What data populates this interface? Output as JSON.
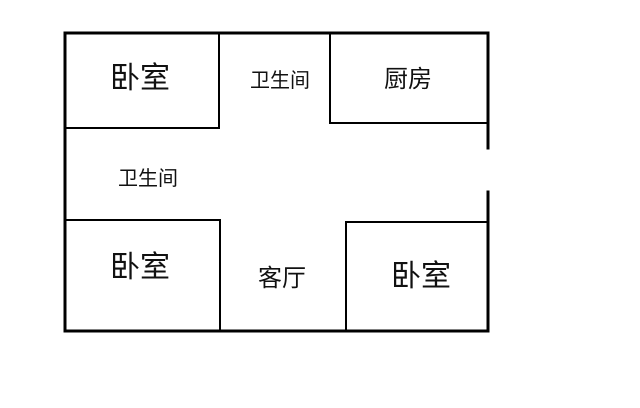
{
  "floor_plan": {
    "rooms": [
      {
        "id": "bedroom-top-left",
        "label": "卧室"
      },
      {
        "id": "bathroom-top",
        "label": "卫生间"
      },
      {
        "id": "kitchen",
        "label": "厨房"
      },
      {
        "id": "bathroom-left",
        "label": "卫生间"
      },
      {
        "id": "bedroom-bottom-left",
        "label": "卧室"
      },
      {
        "id": "living-room",
        "label": "客厅"
      },
      {
        "id": "bedroom-bottom-right",
        "label": "卧室"
      }
    ]
  }
}
